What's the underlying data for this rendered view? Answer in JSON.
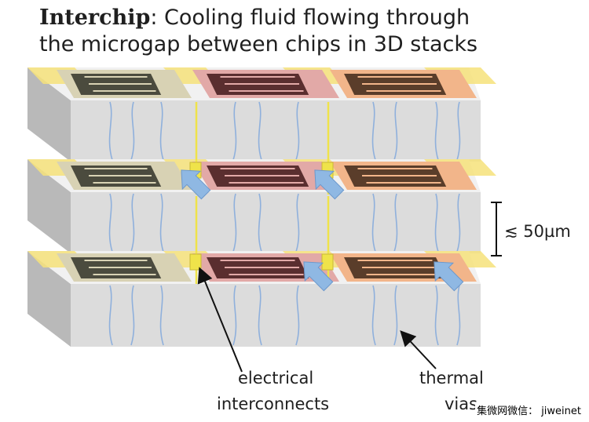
{
  "title": {
    "bold": "Interchip",
    "rest": ": Cooling fluid flowing through",
    "line2": "the microgap between chips in 3D stacks"
  },
  "labels": {
    "gap": "≲ 50µm",
    "electrical_1": "electrical",
    "electrical_2": "interconnects",
    "thermal_1": "thermal",
    "thermal_2": "vias"
  },
  "credit": "集微网微信： jiweinet",
  "colors": {
    "slab_top": "#f1f1f1",
    "slab_front": "#dcdcdc",
    "slab_side": "#b9b9b9",
    "pad_yellow": "#f6e27a",
    "chip1_frame": "#d8d2b4",
    "chip1_core": "#4b4b3e",
    "chip2_frame": "#e2a9a7",
    "chip2_core": "#5a2e2f",
    "chip3_frame": "#f2b58a",
    "chip3_core": "#5a3d2a",
    "via": "#8fb0dc",
    "arrow": "#8fb8e3",
    "interconnect": "#efe34a"
  }
}
